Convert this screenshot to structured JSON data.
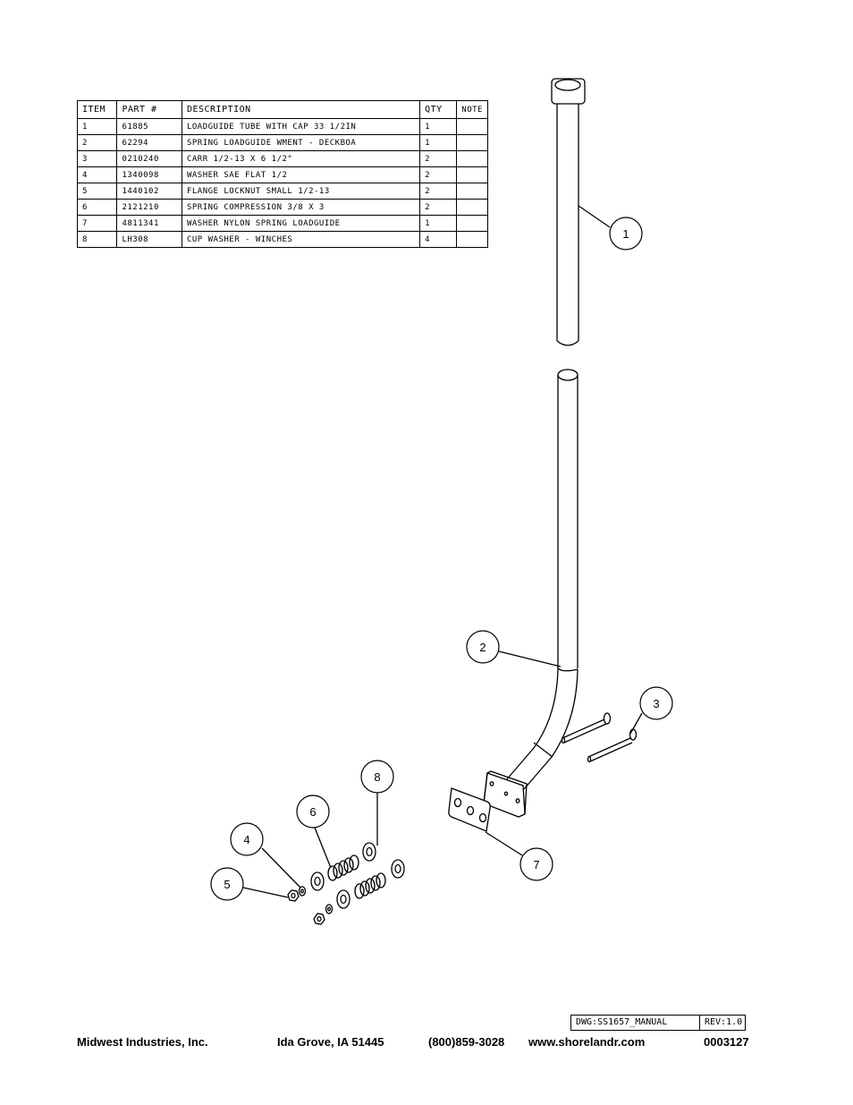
{
  "parts_table": {
    "headers": [
      "ITEM",
      "PART #",
      "DESCRIPTION",
      "QTY",
      "NOTE"
    ],
    "rows": [
      {
        "item": "1",
        "part": "61885",
        "description": "LOADGUIDE TUBE WITH CAP  33 1/2IN",
        "qty": "1",
        "note": ""
      },
      {
        "item": "2",
        "part": "62294",
        "description": "SPRING LOADGUIDE WMENT - DECKBOA",
        "qty": "1",
        "note": ""
      },
      {
        "item": "3",
        "part": "0210240",
        "description": "CARR 1/2-13 X 6 1/2\"",
        "qty": "2",
        "note": ""
      },
      {
        "item": "4",
        "part": "1340098",
        "description": "WASHER SAE FLAT 1/2",
        "qty": "2",
        "note": ""
      },
      {
        "item": "5",
        "part": "1440102",
        "description": "FLANGE LOCKNUT SMALL 1/2-13",
        "qty": "2",
        "note": ""
      },
      {
        "item": "6",
        "part": "2121210",
        "description": "SPRING   COMPRESSION 3/8 X 3",
        "qty": "2",
        "note": ""
      },
      {
        "item": "7",
        "part": "4811341",
        "description": "WASHER NYLON SPRING LOADGUIDE",
        "qty": "1",
        "note": ""
      },
      {
        "item": "8",
        "part": "LH308",
        "description": "CUP WASHER - WINCHES",
        "qty": "4",
        "note": ""
      }
    ]
  },
  "balloons": [
    "1",
    "2",
    "3",
    "4",
    "5",
    "6",
    "7",
    "8"
  ],
  "title_block": {
    "drawing_number": "DWG:SS1657_MANUAL",
    "revision": "REV:1.0"
  },
  "footer": {
    "company": "Midwest Industries, Inc.",
    "location": "Ida Grove, IA  51445",
    "phone": "(800)859-3028",
    "website": "www.shorelandr.com",
    "doc_number": "0003127"
  }
}
